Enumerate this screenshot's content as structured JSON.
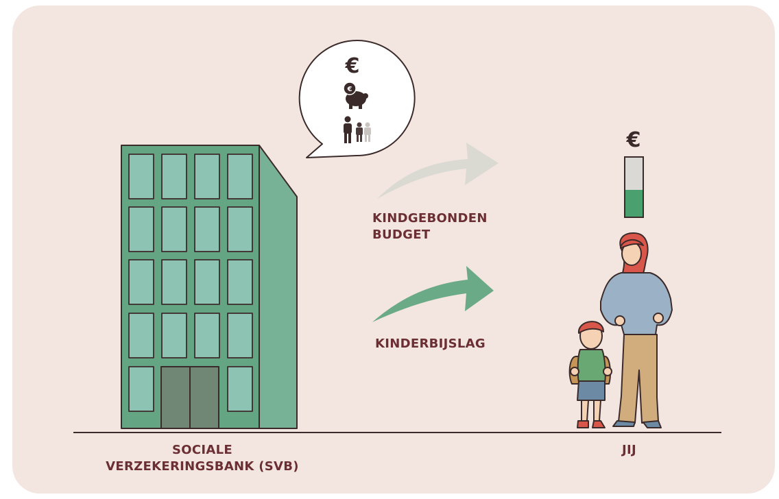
{
  "labels": {
    "kindgebonden_budget": [
      "KINDGEBONDEN",
      "BUDGET"
    ],
    "kinderbijslag": "KINDERBIJSLAG",
    "svb": [
      "SOCIALE",
      "VERZEKERINGSBANK (SVB)"
    ],
    "jij": "JIJ"
  },
  "symbols": {
    "bubble_euro": "€",
    "meter_euro": "€"
  },
  "icons": [
    "euro-icon",
    "piggy-bank-icon",
    "family-icon"
  ],
  "colors": {
    "background": "#f3e5e0",
    "building": "#64a584",
    "building_side": "#77b196",
    "window": "#8cc3b3",
    "outline": "#3b2a2a",
    "text": "#6b2f33",
    "arrow_budget": "#dbdad2",
    "arrow_kinderbijslag": "#6aaa86"
  },
  "meter": {
    "fill_fraction": 0.45
  }
}
